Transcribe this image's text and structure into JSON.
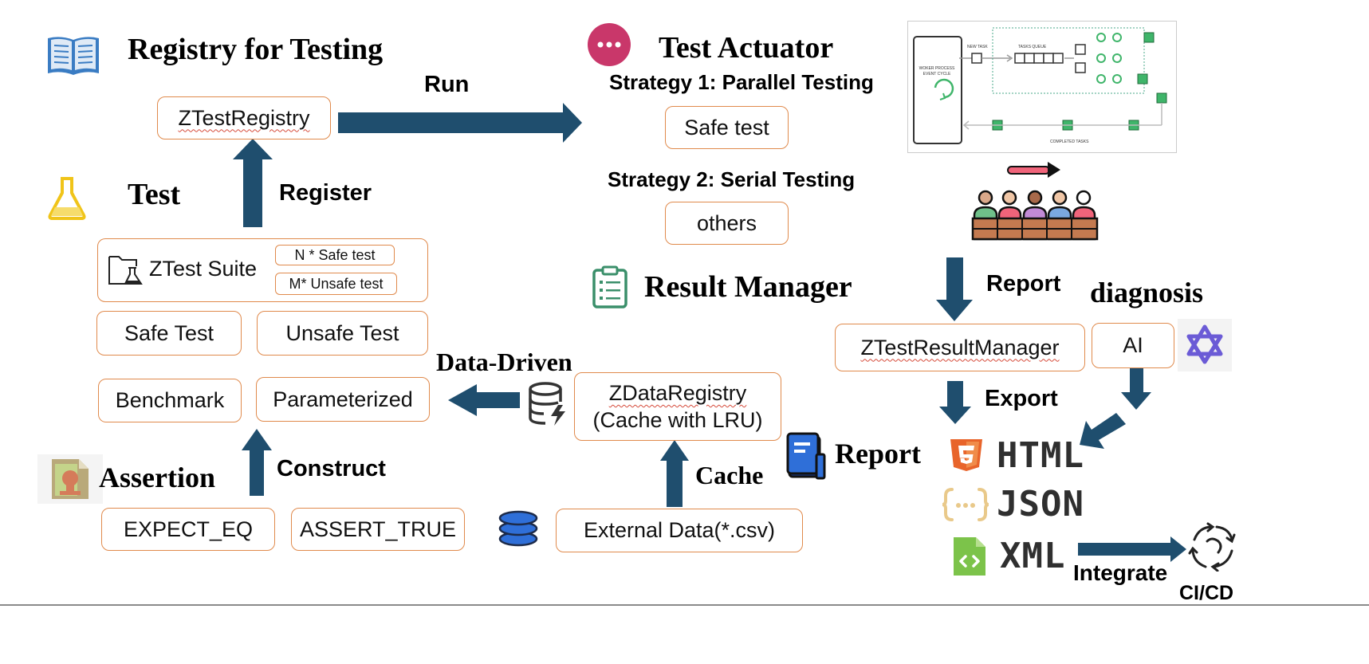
{
  "headings": {
    "registry": "Registry for Testing",
    "test": "Test",
    "assertion": "Assertion",
    "actuator": "Test Actuator",
    "result_manager": "Result Manager",
    "diagnosis": "diagnosis",
    "report": "Report",
    "data_driven": "Data-Driven",
    "cache": "Cache"
  },
  "arrow_labels": {
    "run": "Run",
    "register": "Register",
    "construct": "Construct",
    "report": "Report",
    "export": "Export",
    "integrate": "Integrate",
    "cicd": "CI/CD"
  },
  "strategies": {
    "s1": "Strategy 1: Parallel Testing",
    "s2": "Strategy 2: Serial Testing"
  },
  "boxes": {
    "ztest_registry": "ZTestRegistry",
    "safe_test_run": "Safe test",
    "others": "others",
    "ztest_suite": "ZTest Suite",
    "n_safe": "N * Safe test",
    "m_unsafe": "M* Unsafe test",
    "safe_test": "Safe Test",
    "unsafe_test": "Unsafe Test",
    "benchmark": "Benchmark",
    "parameterized": "Parameterized",
    "expect_eq": "EXPECT_EQ",
    "assert_true": "ASSERT_TRUE",
    "zdata_registry_1": "ZDataRegistry",
    "zdata_registry_2": "(Cache with LRU)",
    "external_data": "External Data(*.csv)",
    "result_manager": "ZTestResultManager",
    "ai": "AI"
  },
  "formats": [
    "HTML",
    "JSON",
    "XML"
  ],
  "queue_diagram": {
    "worker": "WOKER PROCESS EVENT CYCLE",
    "new_task": "NEW TASK",
    "tasks_queue": "TASKS QUEUE",
    "completed": "COMPLETED TASKS"
  },
  "icons": {
    "book": "book-icon",
    "flask": "flask-icon",
    "stamp": "stamp-icon",
    "more": "more-icon",
    "clipboard": "clipboard-icon",
    "database": "database-icon",
    "stack": "stack-icon",
    "team": "team-icon",
    "star": "star-icon",
    "doc": "document-icon",
    "html5": "html5-icon",
    "json": "json-icon",
    "xml": "xml-icon",
    "cycle": "cycle-icon"
  },
  "colors": {
    "arrow": "#1f4e6e",
    "box_border": "#e08a4c",
    "book": "#3a7cc3",
    "flask": "#f0c419",
    "more": "#c9376a",
    "clipboard": "#3a8f6a"
  }
}
